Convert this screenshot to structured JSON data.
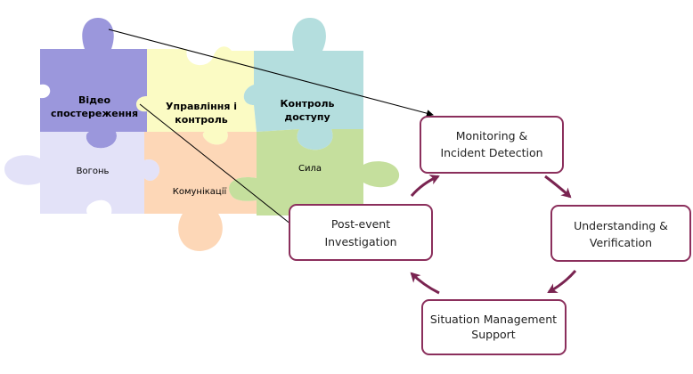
{
  "puzzle": {
    "video": [
      "Відео",
      "спостереження"
    ],
    "control": [
      "Управління і",
      "контроль"
    ],
    "access": [
      "Контроль",
      "доступу"
    ],
    "fire": "Вогонь",
    "comms": "Комунікації",
    "power": "Сила"
  },
  "cycle": {
    "monitoring": [
      "Monitoring &",
      "Incident Detection"
    ],
    "understanding": [
      "Understanding &",
      "Verification"
    ],
    "situation": [
      "Situation Management",
      "Support"
    ],
    "postevent": [
      "Post-event",
      "Investigation"
    ]
  },
  "colors": {
    "video": "#9b97dc",
    "control": "#fbfbc4",
    "access": "#b4dede",
    "fire": "#e3e2f8",
    "comms": "#fdd7b7",
    "power": "#c5df9d",
    "box_border": "#8b2f5c",
    "arrow": "#7a2451"
  }
}
